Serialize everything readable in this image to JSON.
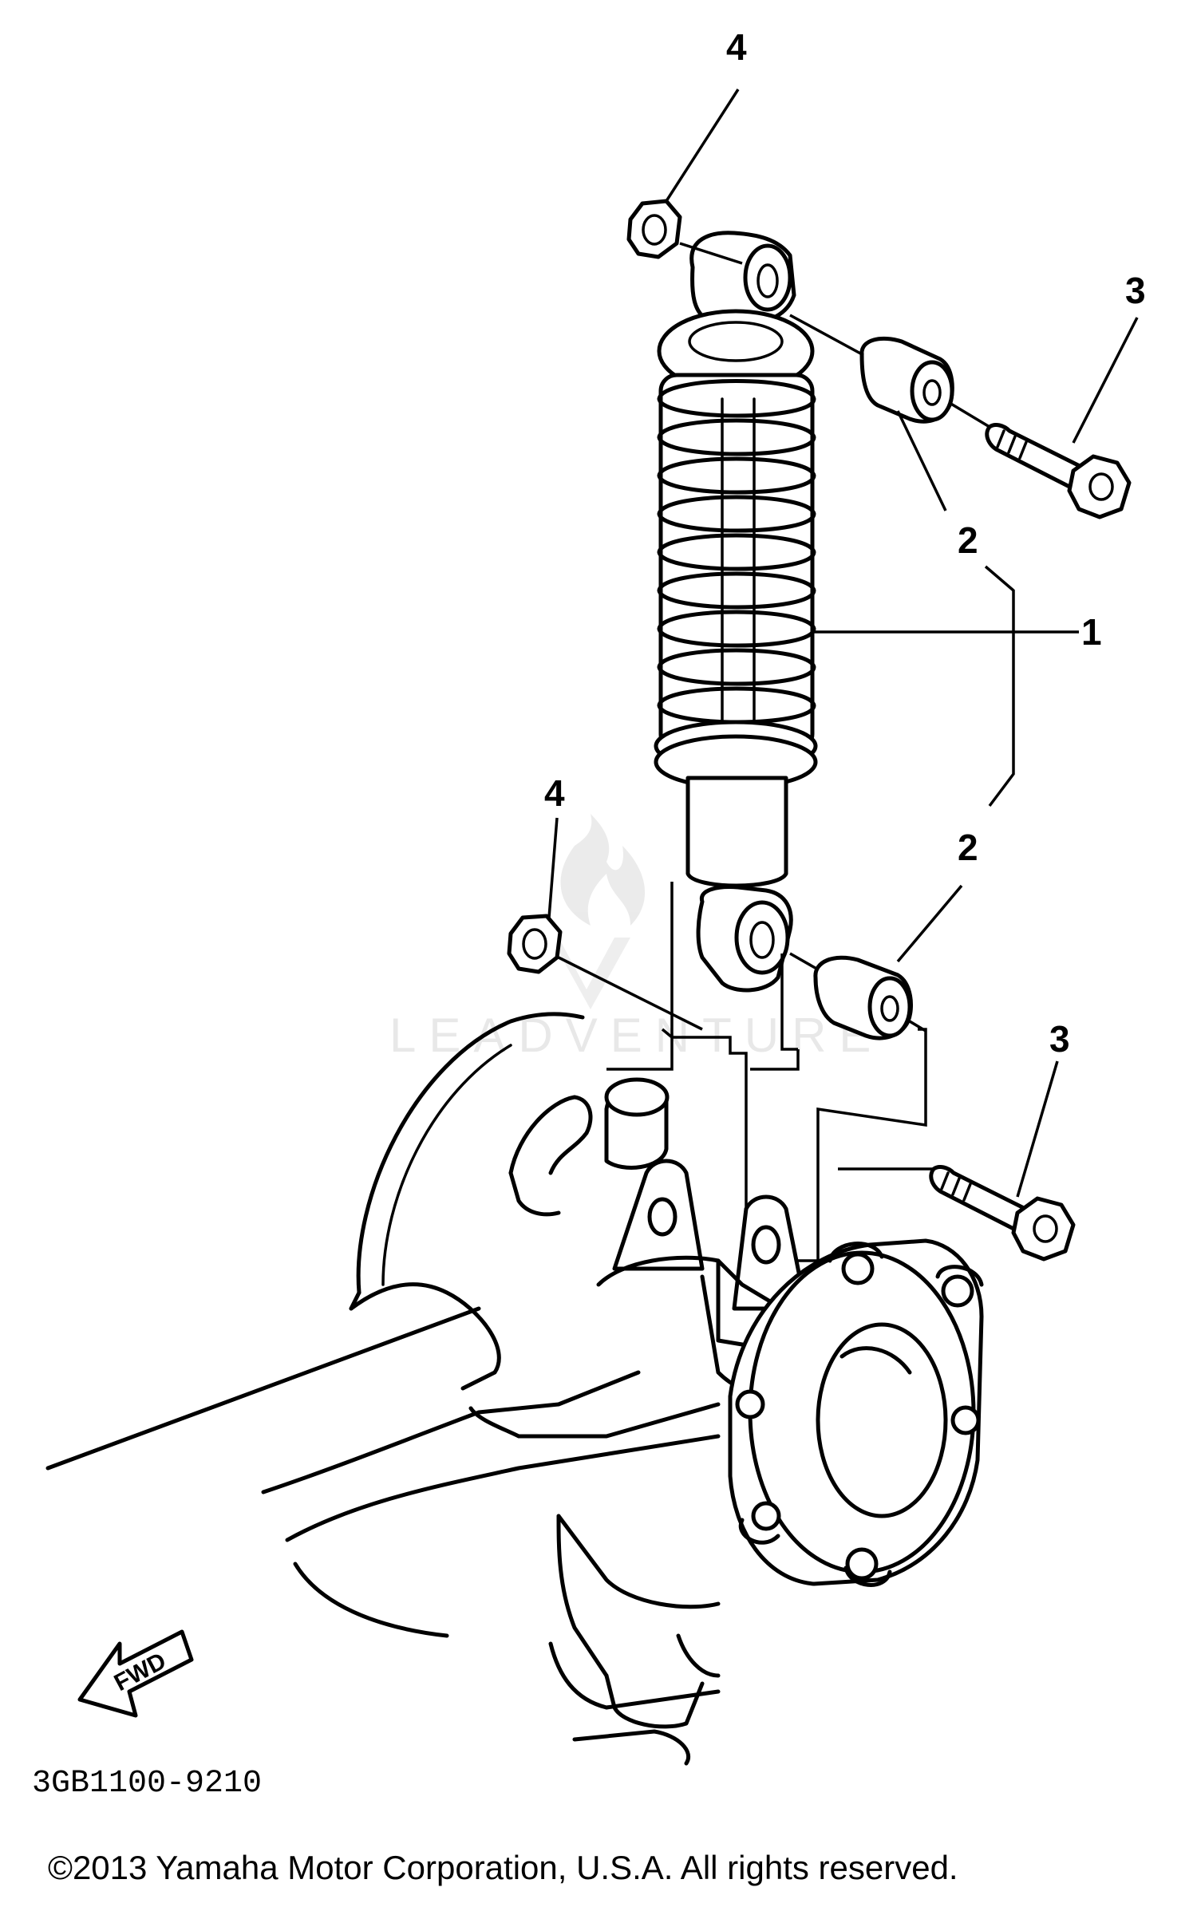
{
  "diagram": {
    "callouts": [
      {
        "id": "shock",
        "label": "1"
      },
      {
        "id": "bushing-upper",
        "label": "2"
      },
      {
        "id": "bushing-lower",
        "label": "2"
      },
      {
        "id": "bolt-upper",
        "label": "3"
      },
      {
        "id": "bolt-lower",
        "label": "3"
      },
      {
        "id": "nut-upper",
        "label": "4"
      },
      {
        "id": "nut-lower",
        "label": "4"
      }
    ],
    "direction_marker": "FWD",
    "drawing_code": "3GB1100-9210",
    "watermark_logo_text": "LEADVENTURE",
    "copyright": "©2013 Yamaha Motor Corporation, U.S.A. All rights reserved."
  }
}
